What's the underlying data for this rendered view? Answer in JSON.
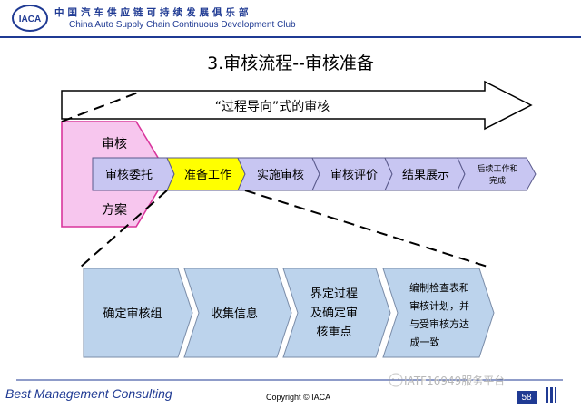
{
  "header": {
    "logo_text": "IACA",
    "org_name_cn": "中国汽车供应链可持续发展俱乐部",
    "org_name_en": "China Auto Supply Chain Continuous Development Club"
  },
  "title": "3.审核流程--审核准备",
  "top_arrow_label": "“过程导向”式的审核",
  "left_block": {
    "top_label": "审核",
    "bottom_label": "方案"
  },
  "process_steps": [
    {
      "label": "审核委托"
    },
    {
      "label": "准备工作"
    },
    {
      "label": "实施审核"
    },
    {
      "label": "审核评价"
    },
    {
      "label": "结果展示"
    },
    {
      "label_lines": [
        "后续工作和",
        "完成"
      ]
    }
  ],
  "sub_steps": [
    {
      "lines": [
        "确定审核组"
      ]
    },
    {
      "lines": [
        "收集信息"
      ]
    },
    {
      "lines": [
        "界定过程",
        "及确定审",
        "核重点"
      ]
    },
    {
      "lines": [
        "编制检查表和",
        "审核计划，并",
        "与受审核方达",
        "成一致"
      ]
    }
  ],
  "watermark": "IATF16949服务平台",
  "footer": {
    "brand": "Best Management Consulting",
    "copyright": "Copyright © IACA",
    "page_number": "58"
  },
  "colors": {
    "pink": "#f7c6ee",
    "pink_border": "#d9359c",
    "lavender": "#c8c6f2",
    "highlight": "#ffff00",
    "sub_step_fill": "#bcd3ec",
    "brand_blue": "#1f3a93"
  }
}
